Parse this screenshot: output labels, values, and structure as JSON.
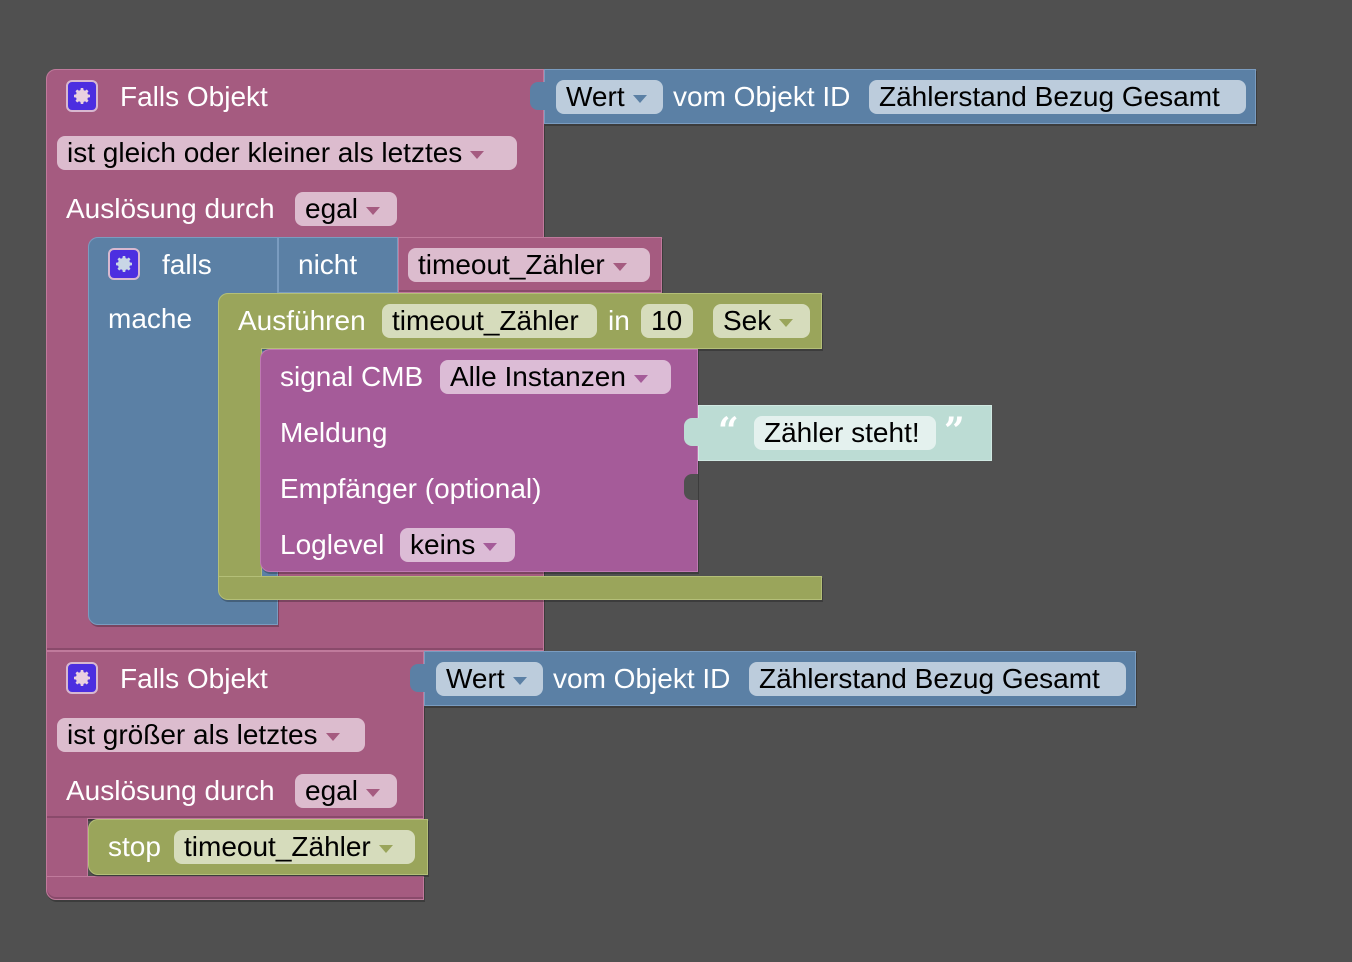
{
  "workspace": {
    "background": "#505050"
  },
  "colors": {
    "trigger_block": "#a55b80",
    "logic_block": "#5b80a5",
    "timeout_block": "#9aa55b",
    "signal_block": "#a55b99",
    "text_block": "#bcdcd4",
    "mutator_icon": "#4c2ee0"
  },
  "block1": {
    "icon": "gear-icon",
    "title": "Falls Objekt",
    "condition": "ist gleich oder kleiner als letztes",
    "trigger_label": "Auslösung durch",
    "trigger_value": "egal",
    "object_value": {
      "mode": "Wert",
      "label": "vom Objekt ID",
      "object_id": "Zählerstand Bezug Gesamt"
    },
    "if_block": {
      "icon": "gear-icon",
      "if_label": "falls",
      "do_label": "mache",
      "not_label": "nicht",
      "variable": "timeout_Zähler"
    },
    "timeout_block": {
      "label": "Ausführen",
      "name": "timeout_Zähler",
      "in_label": "in",
      "value": "10",
      "unit": "Sek"
    },
    "signal_block": {
      "label": "signal CMB",
      "instance": "Alle Instanzen",
      "message_label": "Meldung",
      "message_text": "Zähler steht!",
      "recipient_label": "Empfänger (optional)",
      "loglevel_label": "Loglevel",
      "loglevel_value": "keins"
    }
  },
  "block2": {
    "icon": "gear-icon",
    "title": "Falls Objekt",
    "condition": "ist größer als letztes",
    "trigger_label": "Auslösung durch",
    "trigger_value": "egal",
    "object_value": {
      "mode": "Wert",
      "label": "vom Objekt ID",
      "object_id": "Zählerstand Bezug Gesamt"
    },
    "stop_block": {
      "label": "stop",
      "name": "timeout_Zähler"
    }
  }
}
